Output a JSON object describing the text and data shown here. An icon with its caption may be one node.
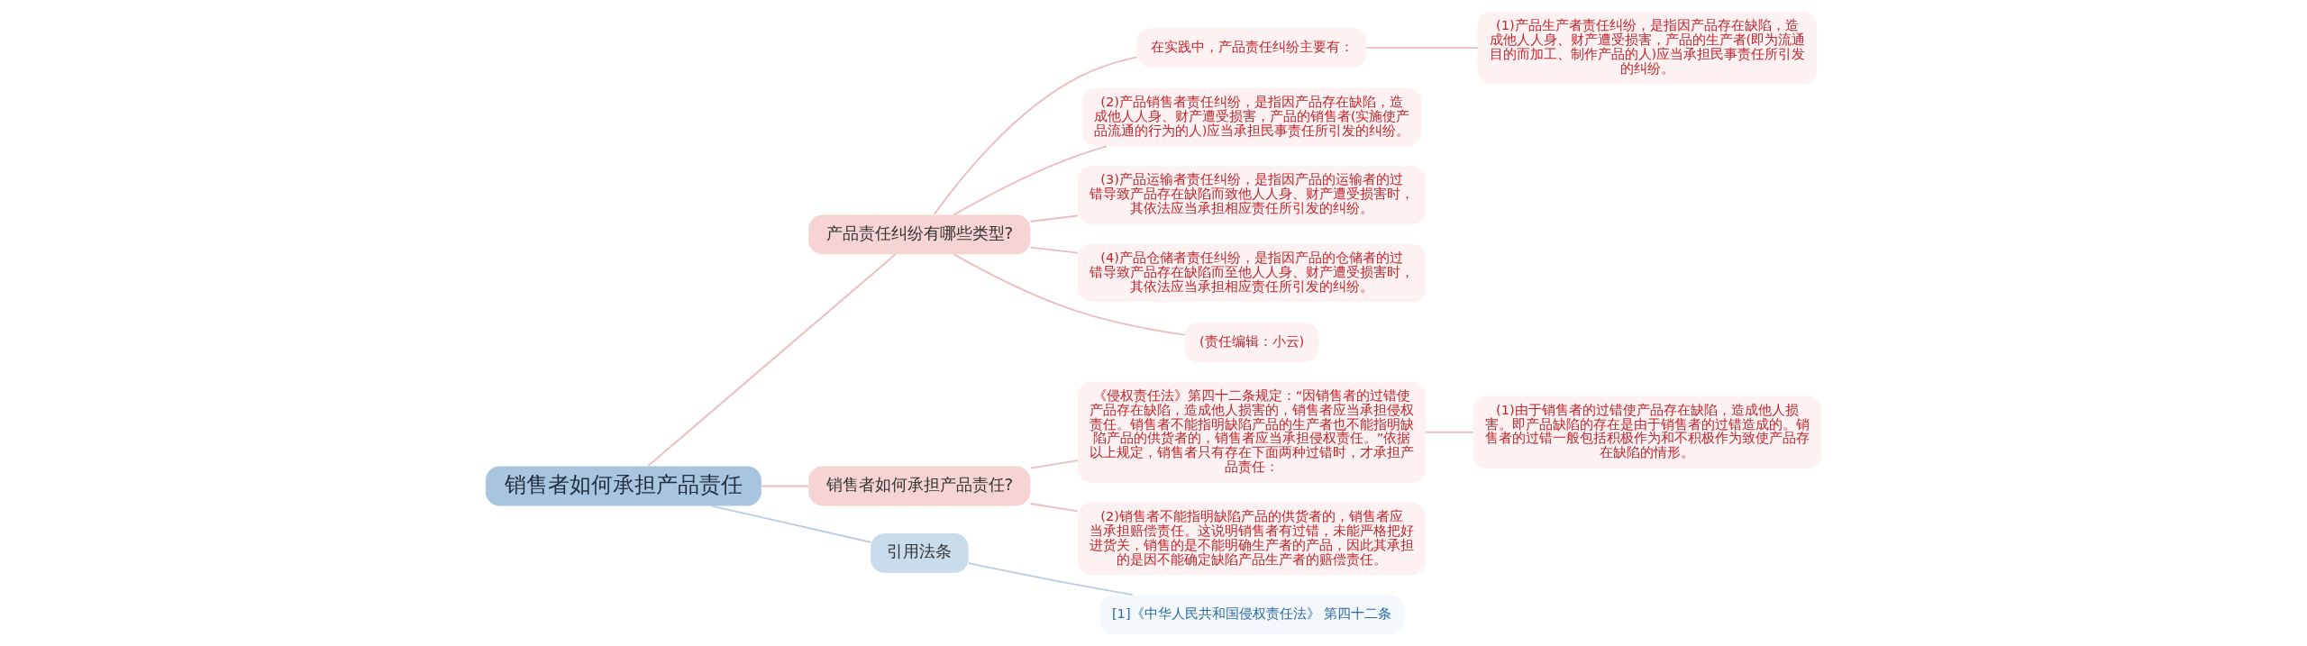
{
  "diagram": {
    "nodes": [
      {
        "text": [
          "销售者如何承担产品责任"
        ]
      },
      {
        "text": [
          "产品责任纠纷有哪些类型?"
        ]
      },
      {
        "text": [
          "在实践中，产品责任纠纷主要有："
        ]
      },
      {
        "text": [
          "(1)产品生产者责任纠纷，是指因产品存在缺陷，造成他人人身、财产遭受损害，产品的生产者(即为流通目的而加工、制作产品的人)应当承担民事责任所引发的纠纷。"
        ]
      },
      {
        "text": [
          "(2)产品销售者责任纠纷，是指因产品存在缺陷，造成他人人身、财产遭受损害，产品的销售者(实施使产品流通的行为的人)应当承担民事责任所引发的纠纷。"
        ]
      },
      {
        "text": [
          "(3)产品运输者责任纠纷，是指因产品的运输者的过错导致产品存在缺陷而致他人人身、财产遭受损害时，其依法应当承担相应责任所引发的纠纷。"
        ]
      },
      {
        "text": [
          "(4)产品仓储者责任纠纷，是指因产品的仓储者的过错导致产品存在缺陷而至他人人身、财产遭受损害时，其依法应当承担相应责任所引发的纠纷。"
        ]
      },
      {
        "text": [
          "(责任编辑：小云)"
        ]
      },
      {
        "text": [
          "销售者如何承担产品责任?"
        ]
      },
      {
        "text": [
          "《侵权责任法》第四十二条规定：“因销售者的过错使产品存在缺陷，造成他人损害的，销售者应当承担侵权责任。销售者不能指明缺陷产品的生产者也不能指明缺陷产品的供货者的，销售者应当承担侵权责任。”依据以上规定，销售者只有存在下面两种过错时，才承担产品责任："
        ]
      },
      {
        "text": [
          "(1)由于销售者的过错使产品存在缺陷，造成他人损害。即产品缺陷的存在是由于销售者的过错造成的。销售者的过错一般包括积极作为和不积极作为致使产品存在缺陷的情形。"
        ]
      },
      {
        "text": [
          "(2)销售者不能指明缺陷产品的供货者的，销售者应当承担赔偿责任。这说明销售者有过错，未能严格把好进货关，销售的是不能明确生产者的产品，因此其承担的是因不能确定缺陷产品生产者的赔偿责任。"
        ]
      },
      {
        "text": [
          "引用法条"
        ]
      },
      {
        "text": [
          "[1]《中华人民共和国侵权责任法》 第四十二条"
        ]
      }
    ],
    "edges": [
      {
        "from": 0,
        "to": 1,
        "arrow": "none"
      },
      {
        "from": 1,
        "to": 2,
        "arrow": "none"
      },
      {
        "from": 2,
        "to": 3,
        "arrow": "none"
      },
      {
        "from": 1,
        "to": 4,
        "arrow": "none"
      },
      {
        "from": 1,
        "to": 5,
        "arrow": "none"
      },
      {
        "from": 1,
        "to": 6,
        "arrow": "none"
      },
      {
        "from": 1,
        "to": 7,
        "arrow": "none"
      },
      {
        "from": 0,
        "to": 8,
        "arrow": "none"
      },
      {
        "from": 8,
        "to": 9,
        "arrow": "none"
      },
      {
        "from": 9,
        "to": 10,
        "arrow": "none"
      },
      {
        "from": 8,
        "to": 11,
        "arrow": "none"
      },
      {
        "from": 0,
        "to": 12,
        "arrow": "none",
        "color": "#b8cde0"
      },
      {
        "from": 12,
        "to": 13,
        "arrow": "none",
        "color": "#b8cde0"
      }
    ]
  }
}
